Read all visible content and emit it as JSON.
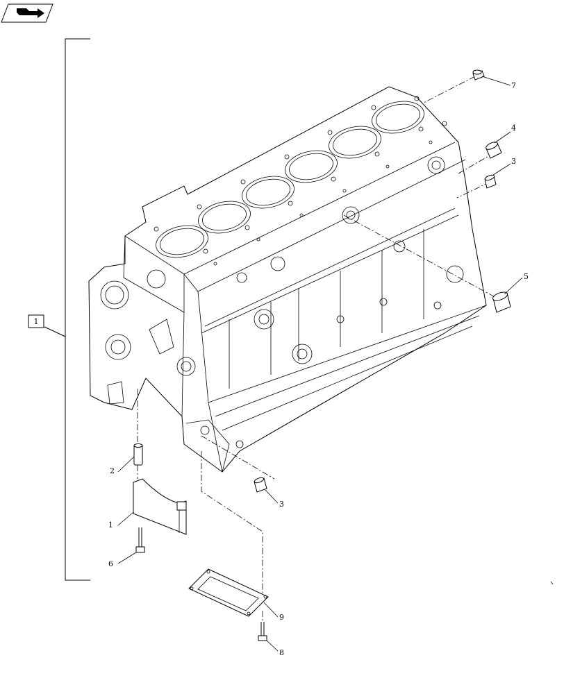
{
  "icon": "book-arrow-icon",
  "assembly_label": "1",
  "callouts": [
    "7",
    "4",
    "3",
    "5",
    "2",
    "1",
    "6",
    "3",
    "9",
    "8"
  ]
}
